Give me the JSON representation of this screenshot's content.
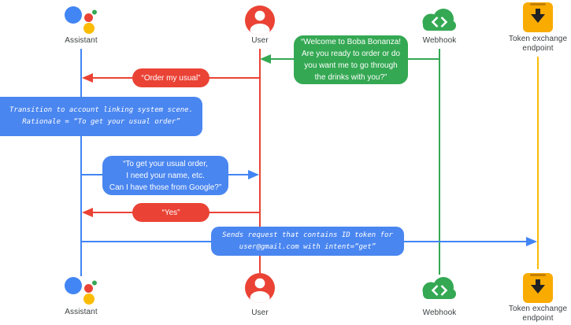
{
  "diagram_type": "sequence-diagram",
  "actors": {
    "assistant": {
      "label": "Assistant",
      "icon": "google-assistant-logo-icon",
      "color": "#4285f4"
    },
    "user": {
      "label": "User",
      "icon": "person-circle-icon",
      "color": "#ea4335"
    },
    "webhook": {
      "label": "Webhook",
      "icon": "cloud-code-icon",
      "color": "#34a853"
    },
    "token_endpoint": {
      "label_line1": "Token exchange",
      "label_line2": "endpoint",
      "icon": "download-box-icon",
      "color": "#f9ab00"
    }
  },
  "messages": {
    "welcome": {
      "from": "Webhook",
      "to": "User",
      "style": "speech-green",
      "lines": [
        "“Welcome to Boba Bonanza!",
        "Are you ready to order or do",
        "you want me to go through",
        "the drinks with you?”"
      ]
    },
    "order_usual": {
      "from": "User",
      "to": "Assistant",
      "style": "speech-red",
      "text": "“Order my usual”"
    },
    "transition_note": {
      "attached_to": "Assistant",
      "style": "system-note-blue",
      "lines": [
        "Transition to account linking system scene.",
        "Rationale = “To get your usual order”"
      ]
    },
    "ask_google": {
      "from": "Assistant",
      "to": "User",
      "style": "speech-blue",
      "lines": [
        "“To get your usual order,",
        "I need your name, etc.",
        "Can I have those from Google?”"
      ]
    },
    "yes": {
      "from": "User",
      "to": "Assistant",
      "style": "speech-red",
      "text": "“Yes”"
    },
    "sends_request": {
      "from": "Assistant",
      "to": "Token exchange endpoint",
      "style": "system-note-blue",
      "lines": [
        "Sends request that contains ID token for",
        "user@gmail.com with intent=“get”"
      ]
    }
  },
  "colors": {
    "assistant_blue": "#4285f4",
    "user_red": "#ea4335",
    "webhook_green": "#34a853",
    "token_yellow": "#f9ab00",
    "lifeline_yellow": "#fbbc04",
    "label_text": "#3c4043"
  }
}
